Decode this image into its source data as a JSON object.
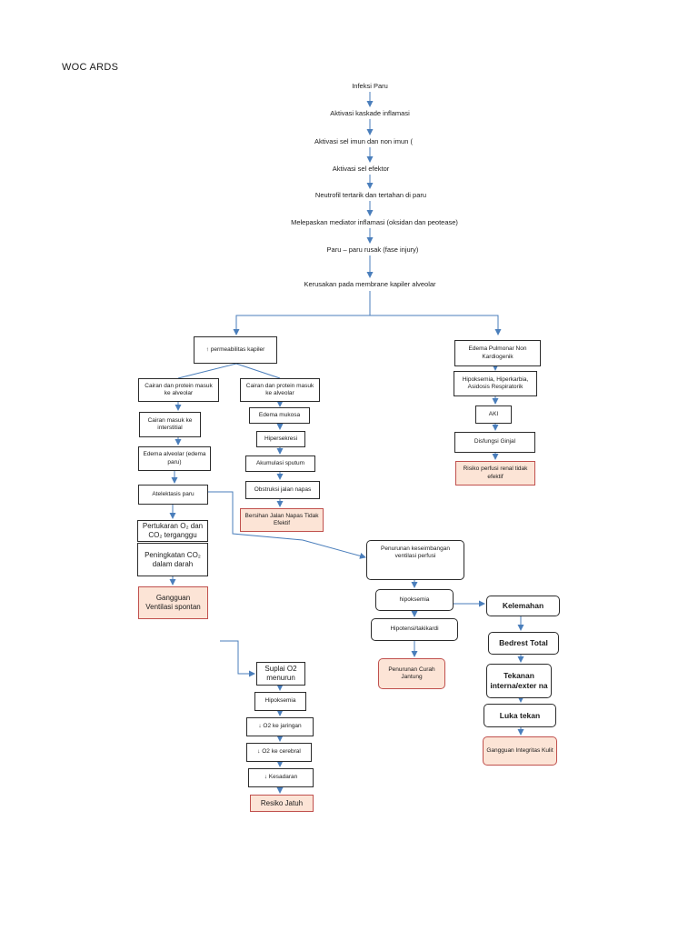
{
  "title": "WOC ARDS",
  "top_chain": [
    "Infeksi Paru",
    "Aktivasi kaskade inflamasi",
    "Aktivasi sel imun dan non imun (",
    "Aktivasi sel efektor",
    "Neutrofil tertarik dan tertahan di paru",
    "Melepaskan mediator inflamasi (oksidan dan peotease)",
    "Paru – paru rusak (fase injury)",
    "Kerusakan pada membrane kapiler alveolar"
  ],
  "nodes": {
    "permeabilitas": "↑ permeabilitas kapiler",
    "edema_pulmonar": "Edema Pulmonar Non Kardiogenik",
    "cairan_alveolar_left": "Cairan dan protein masuk ke alveolar",
    "cairan_alveolar_mid": "Cairan dan protein masuk ke alveolar",
    "hipoksemia_hiperkarbia": "Hipoksemia, Hiperkarbia, Asidosis Respiratorik",
    "cairan_interstitial": "Cairan masuk ke interstitial",
    "edema_mukosa": "Edema mukosa",
    "aki": "AKI",
    "hipersekresi": "Hipersekresi",
    "disfungsi_ginjal": "Disfungsi Ginjal",
    "edema_alveolar": "Edema alveolar (edema paru)",
    "akumulasi_sputum": "Akumulasi sputum",
    "risiko_perfusi": "Risiko perfusi renal tidak efektif",
    "atelektasis": "Atelektasis paru",
    "obstruksi": "Obstruksi jalan napas",
    "bersihan": "Bersihan Jalan Napas Tidak Efektif",
    "pertukaran": "Pertukaran O₂ dan CO₂ terganggu",
    "peningkatan": "Peningkatan CO₂ dalam darah",
    "penurunan_keseimbangan": "Penurunan keseimbangan ventilasi perfusi",
    "gangguan_ventilasi": "Gangguan Ventilasi spontan",
    "hipoksemia_mid": "hipoksemia",
    "kelemahan": "Kelemahan",
    "hipotensi": "Hipotensi/takikardi",
    "bedrest": "Bedrest Total",
    "penurunan_curah": "Penurunan Curah Jantung",
    "tekanan": "Tekanan interna/exter na",
    "suplai": "Suplai O2 menurun",
    "hipoksemia_low": "Hipoksemia",
    "luka_tekan": "Luka tekan",
    "o2_jaringan": "↓ O2 ke jaringan",
    "gangguan_integritas": "Gangguan Integritas Kulit",
    "o2_cerebral": "↓ O2 ke cerebral",
    "kesadaran": "↓ Kesadaran",
    "resiko_jatuh": "Resiko Jatuh"
  },
  "colors": {
    "arrow": "#4a7ebb",
    "diagnosis_fill": "#fce4d6",
    "diagnosis_border": "#c0504d"
  }
}
